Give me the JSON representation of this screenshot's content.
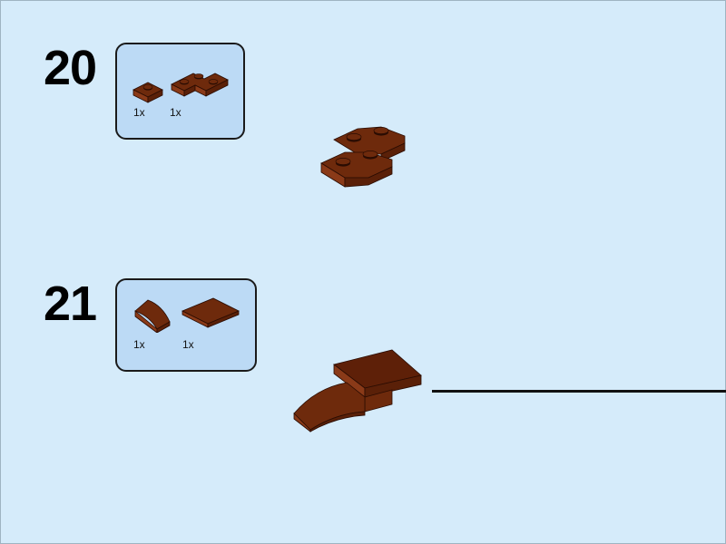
{
  "steps": [
    {
      "number": "20",
      "parts": [
        {
          "icon": "brick-plate-1x1-icon",
          "qty": "1x"
        },
        {
          "icon": "brick-plate-2x2-corner-icon",
          "qty": "1x"
        }
      ]
    },
    {
      "number": "21",
      "parts": [
        {
          "icon": "brick-curved-slope-icon",
          "qty": "1x"
        },
        {
          "icon": "brick-tile-2x2-icon",
          "qty": "1x"
        }
      ]
    }
  ],
  "colors": {
    "background": "#d5ebfa",
    "parts_box": "#bcdaf5",
    "brick_top": "#6e2a0c",
    "brick_side": "#8a3a18",
    "brick_dark": "#4a1a06"
  }
}
